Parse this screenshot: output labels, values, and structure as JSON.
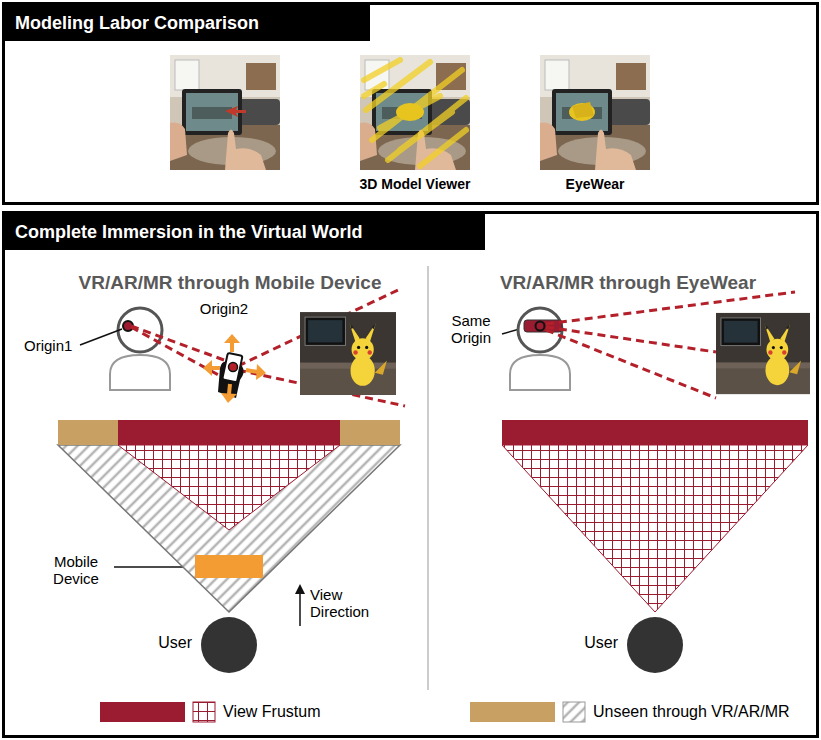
{
  "diagram": {
    "nodes": [
      {
        "text": [
          "Modeling Labor Comparison"
        ]
      },
      {
        "text": [
          "Complete Immersion in the Virtual World"
        ]
      }
    ],
    "labels": [
      "3D Model Viewer",
      "EyeWear",
      "VR/AR/MR through Mobile Device",
      "VR/AR/MR through EyeWear",
      "Origin2",
      "Origin1",
      "Same Origin",
      "Mobile Device",
      "View Direction",
      "User",
      "User"
    ],
    "legend": [
      {
        "text": "View Frustum",
        "color": "#9b1b30"
      },
      {
        "text": "Unseen through VR/AR/MR",
        "color": "#c9a063"
      }
    ]
  }
}
